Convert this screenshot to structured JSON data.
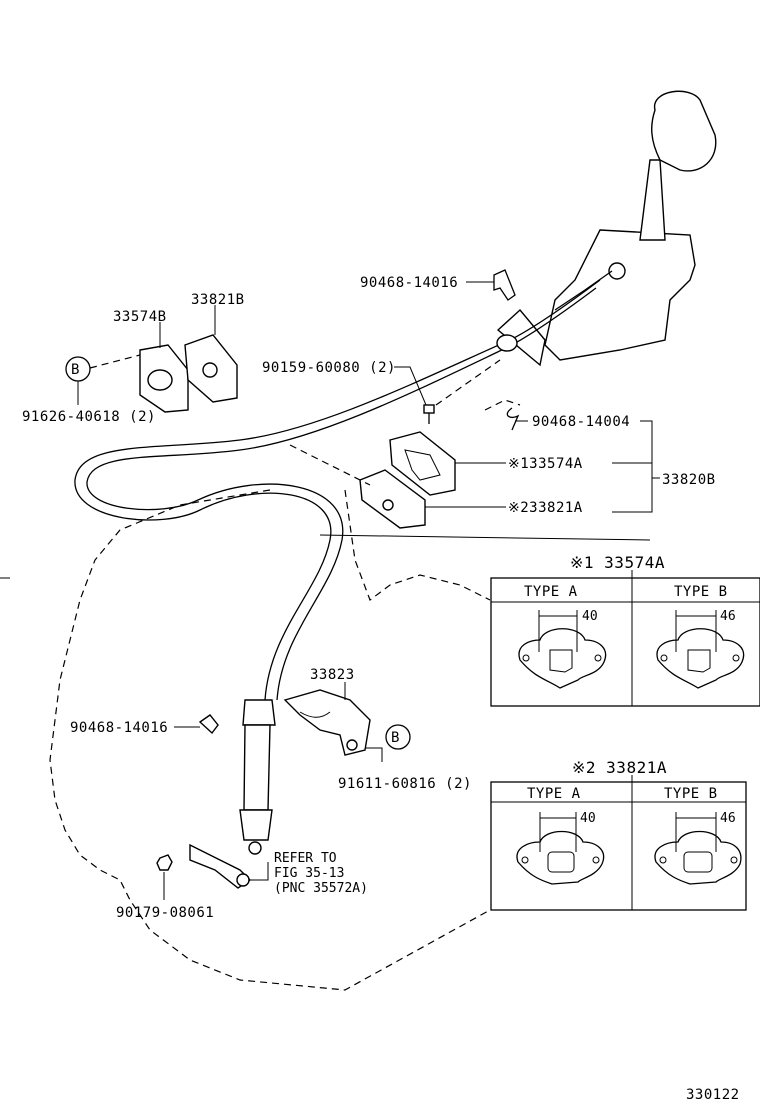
{
  "labels": {
    "p90468_14016_top": "90468-14016",
    "p33821B": "33821B",
    "p33574B": "33574B",
    "p90159_60080": "90159-60080 (2)",
    "p91626_40618": "91626-40618 (2)",
    "p90468_14004": "90468-14004",
    "p33574A_ref": "※133574A",
    "p33821A_ref": "※233821A",
    "p33820B": "33820B",
    "p33823": "33823",
    "p90468_14016_bot": "90468-14016",
    "p91611_60816": "91611-60816 (2)",
    "p90179_08061": "90179-08061",
    "refer_line1": "REFER TO",
    "refer_line2": "FIG 35-13",
    "refer_line3": "(PNC 35572A)",
    "circle_b": "B",
    "diagram_id": "330122"
  },
  "tables": [
    {
      "title": "※1 33574A",
      "col_a": "TYPE  A",
      "col_b": "TYPE  B",
      "dim_a": "40",
      "dim_b": "46"
    },
    {
      "title": "※2 33821A",
      "col_a": "TYPE  A",
      "col_b": "TYPE  B",
      "dim_a": "40",
      "dim_b": "46"
    }
  ]
}
